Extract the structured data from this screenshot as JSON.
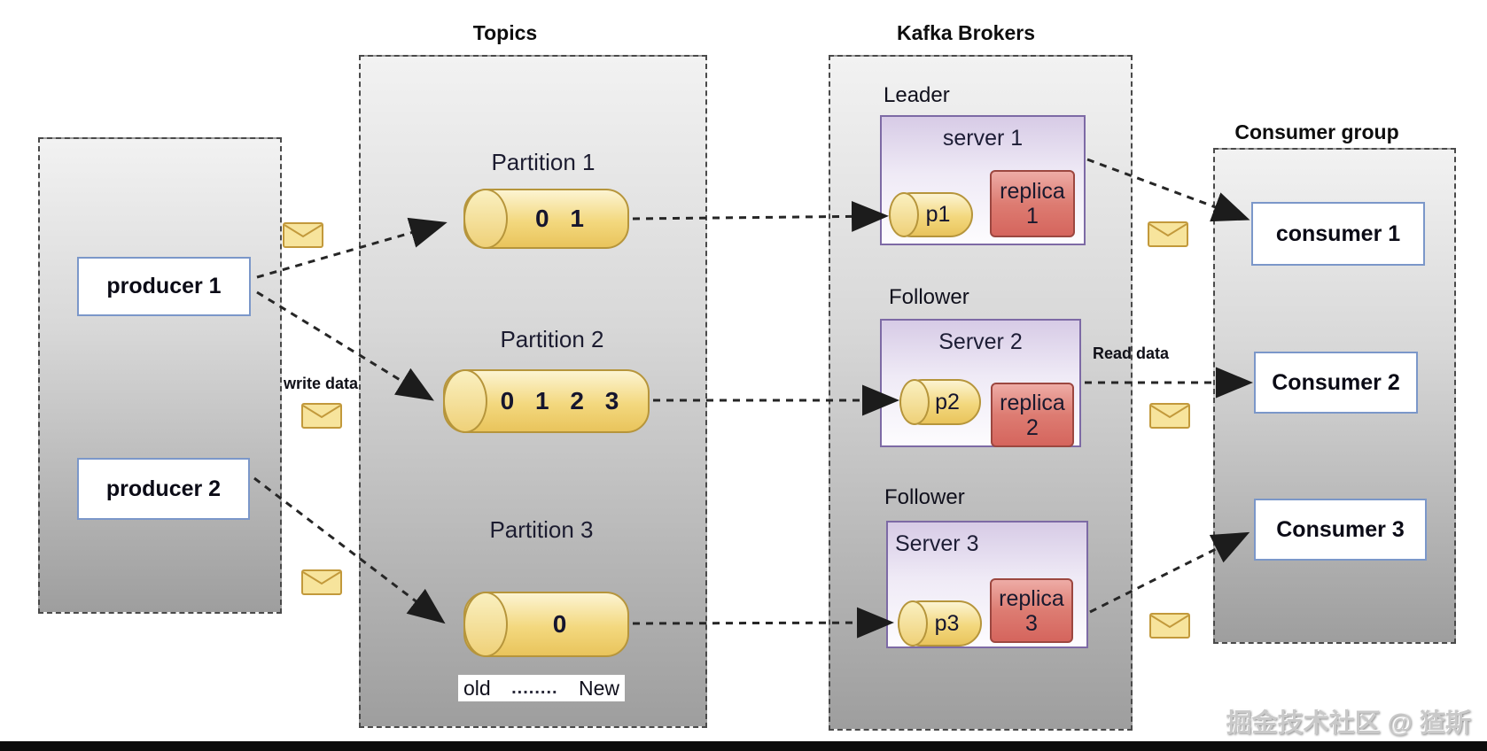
{
  "titles": {
    "topics": "Topics",
    "kafka_brokers": "Kafka Brokers",
    "consumer_group": "Consumer group"
  },
  "producers": [
    {
      "label": "producer 1"
    },
    {
      "label": "producer 2"
    }
  ],
  "partitions": [
    {
      "title": "Partition 1",
      "offsets": "0 1"
    },
    {
      "title": "Partition 2",
      "offsets": "0 1 2 3"
    },
    {
      "title": "Partition 3",
      "offsets": "0"
    }
  ],
  "log_axis": {
    "old": "old",
    "dots": "........",
    "new": "New"
  },
  "servers": [
    {
      "role": "Leader",
      "name": "server 1",
      "partition": "p1",
      "replica_word": "replica",
      "replica_num": "1"
    },
    {
      "role": "Follower",
      "name": "Server 2",
      "partition": "p2",
      "replica_word": "replica",
      "replica_num": "2"
    },
    {
      "role": "Follower",
      "name": "Server 3",
      "partition": "p3",
      "replica_word": "replica",
      "replica_num": "3"
    }
  ],
  "consumers": [
    {
      "label": "consumer 1"
    },
    {
      "label": "Consumer 2"
    },
    {
      "label": "Consumer 3"
    }
  ],
  "annotations": {
    "write_data": "write data",
    "read_data": "Read data"
  },
  "watermark": "掘金技术社区 @ 猹斯",
  "icons": {
    "message": "envelope-icon"
  },
  "colors": {
    "cylinder_fill": "#f3d87e",
    "cylinder_border": "#b6953b",
    "envelope_fill": "#f7e49c",
    "envelope_border": "#c2993b",
    "server_border": "#7d6aa5",
    "replica_fill": "#dd7c72",
    "replica_border": "#9c4740",
    "label_box_border": "#7b97c9",
    "section_border": "#4a4a4a",
    "arrow": "#262626"
  }
}
